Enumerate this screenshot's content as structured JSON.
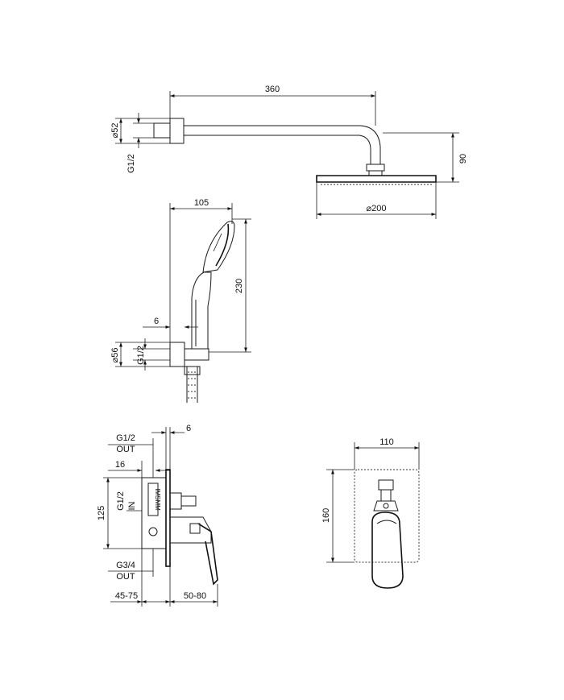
{
  "shower_arm": {
    "length": "360",
    "height": "90",
    "head_diameter": "⌀200",
    "flange_diameter": "⌀52",
    "thread": "G1/2"
  },
  "hand_shower": {
    "width": "105",
    "height": "230",
    "offset": "6",
    "holder_diameter": "⌀56",
    "thread": "G1/2"
  },
  "mixer_side": {
    "out_top_thread": "G1/2",
    "out_top_label": "OUT",
    "cover_thickness": "6",
    "offset": "16",
    "height": "125",
    "in_thread": "G1/2",
    "in_label": "IN",
    "out_bottom_thread": "G3/4",
    "out_bottom_label": "OUT",
    "wall_depth": "45-75",
    "handle_depth": "50-80",
    "plate_text": "IMSMM"
  },
  "mixer_front": {
    "width": "110",
    "height": "160"
  }
}
